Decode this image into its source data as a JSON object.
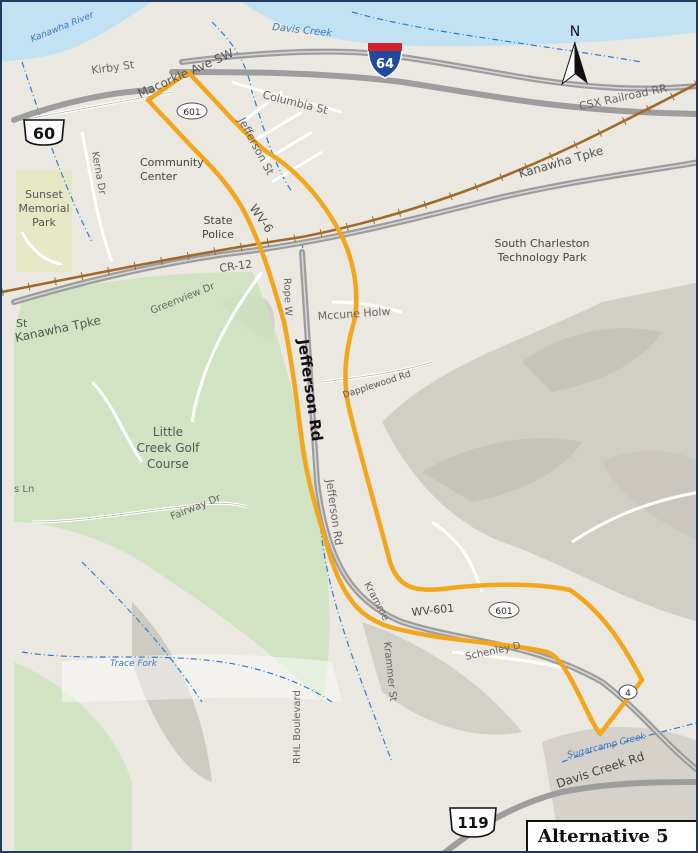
{
  "map": {
    "title": "Alternative 5",
    "north_label": "N",
    "shields": {
      "interstate": "64",
      "us_60": "60",
      "us_119": "119",
      "state_601": "601"
    },
    "labels": {
      "kanawha_river": "Kanawha River",
      "davis_creek_top": "Davis Creek",
      "kirby_st": "Kirby St",
      "macorkle_ave": "Macorkle Ave SW",
      "columbia_st": "Columbia St",
      "jefferson_st": "Jefferson St",
      "kerna_dr": "Kerna Dr",
      "community_center": "Community Center",
      "community_center_line1": "Community",
      "community_center_line2": "Center",
      "sunset_memorial_park": "Sunset Memorial Park",
      "sunset_line1": "Sunset",
      "sunset_line2": "Memorial",
      "sunset_line3": "Park",
      "state_police": "State Police",
      "state_police_line1": "State",
      "state_police_line2": "Police",
      "csx_railroad": "CSX Railroad RR",
      "kanawha_tpke_east": "Kanawha Tpke",
      "wv_upper": "WV-6",
      "cr_12": "CR-12",
      "greenview_dr": "Greenview Dr",
      "tech_park": "South Charleston Technology Park",
      "tech_park_line1": "South Charleston",
      "tech_park_line2": "Technology Park",
      "st_left": "St",
      "kanawha_tpke_west": "Kanawha Tpke",
      "rope_w": "Rope W",
      "mccune_holw": "Mccune Holw",
      "jefferson_rd_main": "Jefferson Rd",
      "dapplewood_rd": "Dapplewood Rd",
      "little_creek_golf": "Little Creek Golf Course",
      "golf_line1": "Little",
      "golf_line2": "Creek Golf",
      "golf_line3": "Course",
      "ln_left": "s Ln",
      "fairway_dr": "Fairway Dr",
      "jefferson_rd_small": "Jefferson Rd",
      "krammer_upper": "Kramme",
      "wv_601": "WV-601",
      "schenley_dr": "Schenley D",
      "krammer_st": "Krammer St",
      "trace_fork": "Trace Fork",
      "sugarcamp_creek": "Sugarcamp Creek",
      "davis_creek_rd": "Davis Creek Rd",
      "rhl_boulevard": "RHL Boulevard",
      "shield_4": "4"
    },
    "colors": {
      "alternative_outline": "#f3a51c",
      "railroad": "#a06a2c",
      "highway": "#9b9b9b",
      "water": "#1e6fd0",
      "river": "#bfe0f3",
      "vegetation": "#cfe3bf",
      "terrain": "#e7e4dd",
      "interstate_blue": "#1f4aa0",
      "interstate_red": "#d2232a"
    }
  }
}
